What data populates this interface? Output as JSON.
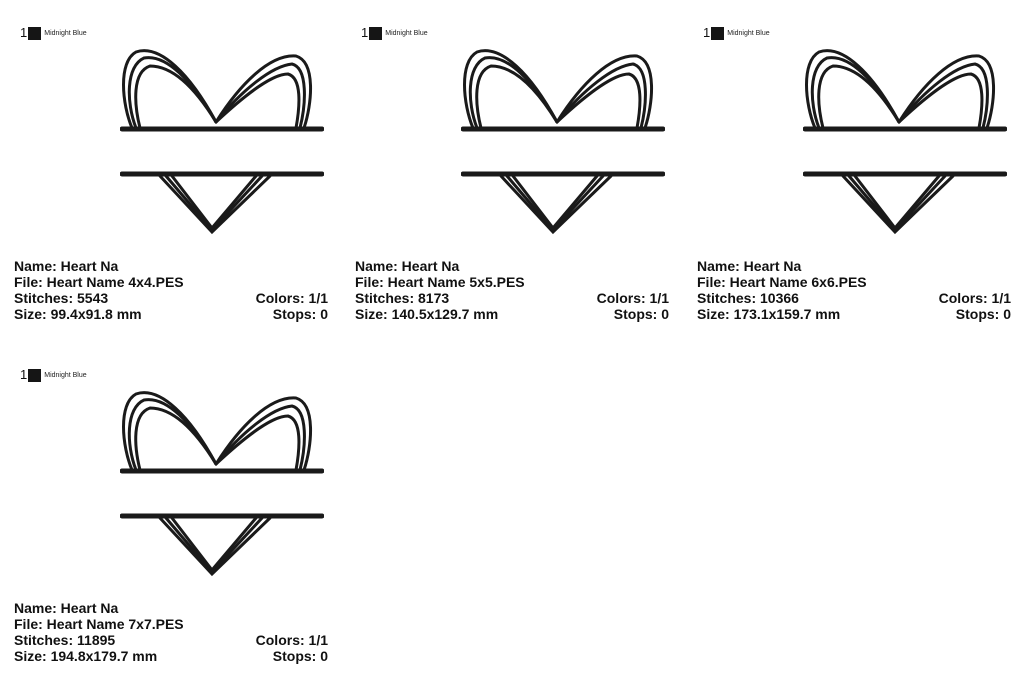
{
  "designs": [
    {
      "color_index": "1",
      "color_name": "Midnight Blue",
      "swatch": "#151515",
      "name": "Name: Heart Na",
      "file": "File: Heart Name 4x4.PES",
      "stitches": "Stitches: 5543",
      "colors": "Colors: 1/1",
      "size": "Size: 99.4x91.8 mm",
      "stops": "Stops: 0"
    },
    {
      "color_index": "1",
      "color_name": "Midnight Blue",
      "swatch": "#151515",
      "name": "Name: Heart Na",
      "file": "File: Heart Name 5x5.PES",
      "stitches": "Stitches: 8173",
      "colors": "Colors: 1/1",
      "size": "Size: 140.5x129.7 mm",
      "stops": "Stops: 0"
    },
    {
      "color_index": "1",
      "color_name": "Midnight Blue",
      "swatch": "#151515",
      "name": "Name: Heart Na",
      "file": "File: Heart Name 6x6.PES",
      "stitches": "Stitches: 10366",
      "colors": "Colors: 1/1",
      "size": "Size: 173.1x159.7 mm",
      "stops": "Stops: 0"
    },
    {
      "color_index": "1",
      "color_name": "Midnight Blue",
      "swatch": "#151515",
      "name": "Name: Heart Na",
      "file": "File: Heart Name 7x7.PES",
      "stitches": "Stitches: 11895",
      "colors": "Colors: 1/1",
      "size": "Size: 194.8x179.7 mm",
      "stops": "Stops: 0"
    }
  ]
}
